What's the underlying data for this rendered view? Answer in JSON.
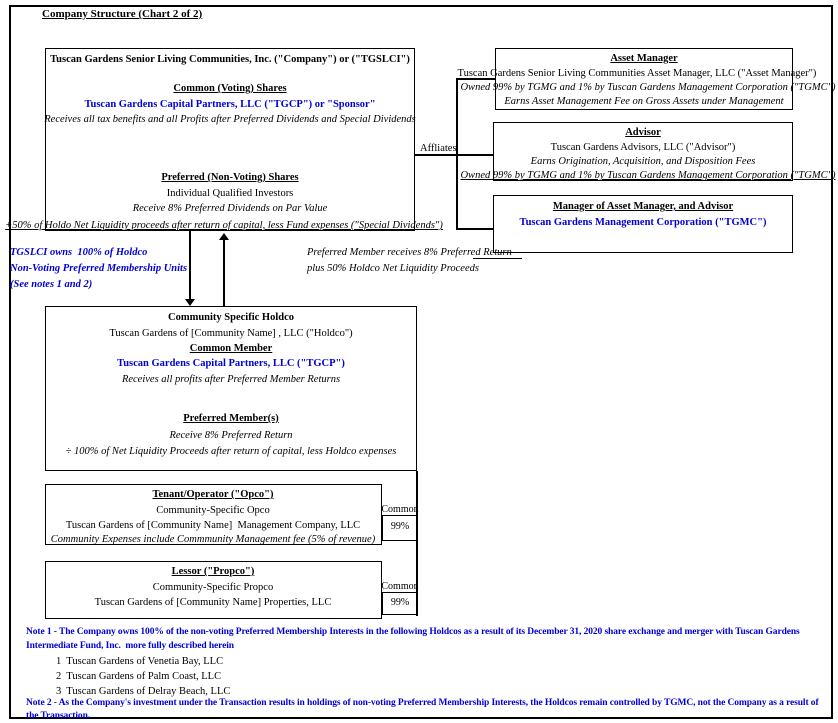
{
  "title": "Company Structure (Chart 2 of 2)",
  "colors": {
    "accent_blue": "#0000d8",
    "text": "#000000",
    "background": "#ffffff"
  },
  "main_box": {
    "header": "Tuscan Gardens Senior Living Communities, Inc. (\"Company\") or (\"TGSLCI\")",
    "common_heading": "Common (Voting) Shares",
    "common_owner": "Tuscan Gardens Capital Partners, LLC (\"TGCP\") or \"Sponsor\"",
    "common_note": "Receives all tax benefits and all Profits after Preferred Dividends and Special Dividends",
    "preferred_heading": "Preferred (Non-Voting) Shares",
    "preferred_line1": "Individual Qualified Investors",
    "preferred_line2": "Receive 8% Preferred Dividends on Par Value",
    "preferred_line3": "+50% of Holdo Net Liquidity proceeds after return of capital, less Fund expenses (\"Special Dividends\")"
  },
  "affiliates_label": "Affliates",
  "asset_manager_box": {
    "heading": "Asset Manager",
    "line1": "Tuscan Gardens Senior Living Communities Asset Manager, LLC (\"Asset Manager\")",
    "line2": "Owned 99% by TGMG and 1% by Tuscan Gardens Management Corporation (\"TGMC\")",
    "line3": "Earns Asset Management Fee on Gross Assets under Management"
  },
  "advisor_box": {
    "heading": "Advisor",
    "line1": "Tuscan Gardens Advisors, LLC (\"Advisor\")",
    "line2": "Earns Origination, Acquisition, and Disposition Fees",
    "line3": "Owned 99% by TGMG and 1% by Tuscan Gardens Management Corporation (\"TGMC\")"
  },
  "manager_box": {
    "heading": "Manager of Asset Manager, and Advisor",
    "line1": "Tuscan Gardens Management Corporation (\"TGMC\")"
  },
  "left_annotation": {
    "line1": "TGSLCI owns  100% of Holdco",
    "line2": "Non-Voting Preferred Membership Units",
    "line3": "(See notes 1 and 2)"
  },
  "right_annotation": {
    "line1": "Preferred Member receives 8% Preferred Return",
    "line2": "plus 50% Holdco Net Liquidity Proceeds"
  },
  "holdco_box": {
    "heading": "Community Specific Holdco",
    "line1": "Tuscan Gardens of [Community Name] , LLC (\"Holdco\")",
    "common_heading": "Common Member",
    "common_owner": "Tuscan Gardens Capital Partners, LLC (\"TGCP\")",
    "common_note": "Receives all profits after Preferred Member Returns",
    "preferred_heading": "Preferred Member(s)",
    "preferred_line1": "Receive 8% Preferred Return",
    "preferred_line2": "÷ 100% of Net Liquidity Proceeds after return of capital, less Holdco expenses"
  },
  "opco_box": {
    "heading": "Tenant/Operator (\"Opco\")",
    "line1": "Community-Specific Opco",
    "line2": "Tuscan Gardens of [Community Name]  Management Company, LLC",
    "line3": "Community Expenses include Commmunity Management fee (5% of revenue)",
    "ownership_label": "Common",
    "ownership_pct": "99%"
  },
  "propco_box": {
    "heading": "Lessor (\"Propco\")",
    "line1": "Community-Specific Propco",
    "line2": "Tuscan Gardens of [Community Name] Properties, LLC",
    "ownership_label": "Common",
    "ownership_pct": "99%"
  },
  "notes": {
    "note1_line1": "Note 1 - The Company owns 100% of the non-voting Preferred Membership Interests in the following Holdcos as a result of its December 31, 2020 share exchange and merger with Tuscan Gardens",
    "note1_line2": "Intermediate Fund, Inc.  more fully described herein",
    "item1": "1  Tuscan Gardens of Venetia Bay, LLC",
    "item2": "2  Tuscan Gardens of Palm Coast, LLC",
    "item3": "3  Tuscan Gardens of Delray Beach, LLC",
    "note2_line1": "Note 2 - As the Company's investment under the Transaction results in holdings of non-voting Preferred Membership Interests, the Holdcos remain controlled by TGMC, not the Company as a result of",
    "note2_line2": "the Transaction."
  }
}
